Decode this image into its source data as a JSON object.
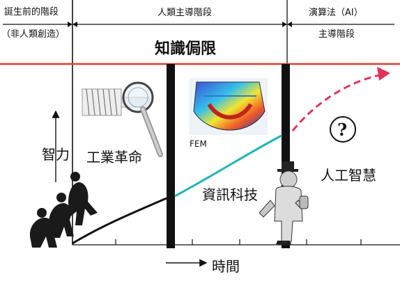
{
  "header": {
    "prelife_label": "誕生前的階段",
    "prelife_sub": "（非人類創造）",
    "human_label": "人類主導階段",
    "ai_label": "演算法（AI）",
    "ai_sub": "主導階段",
    "limit_label": "知識侷限"
  },
  "stages": {
    "industrial": "工業革命",
    "information": "資訊科技",
    "ai": "人工智慧"
  },
  "axes": {
    "y_label": "智力",
    "x_label": "時間"
  },
  "fem_label": "FEM",
  "question_mark": "?",
  "colors": {
    "limit_line": "#e2392c",
    "industrial_curve": "#111111",
    "info_curve": "#1fb5b5",
    "ai_curve": "#e0345a",
    "divider": "#111111"
  }
}
